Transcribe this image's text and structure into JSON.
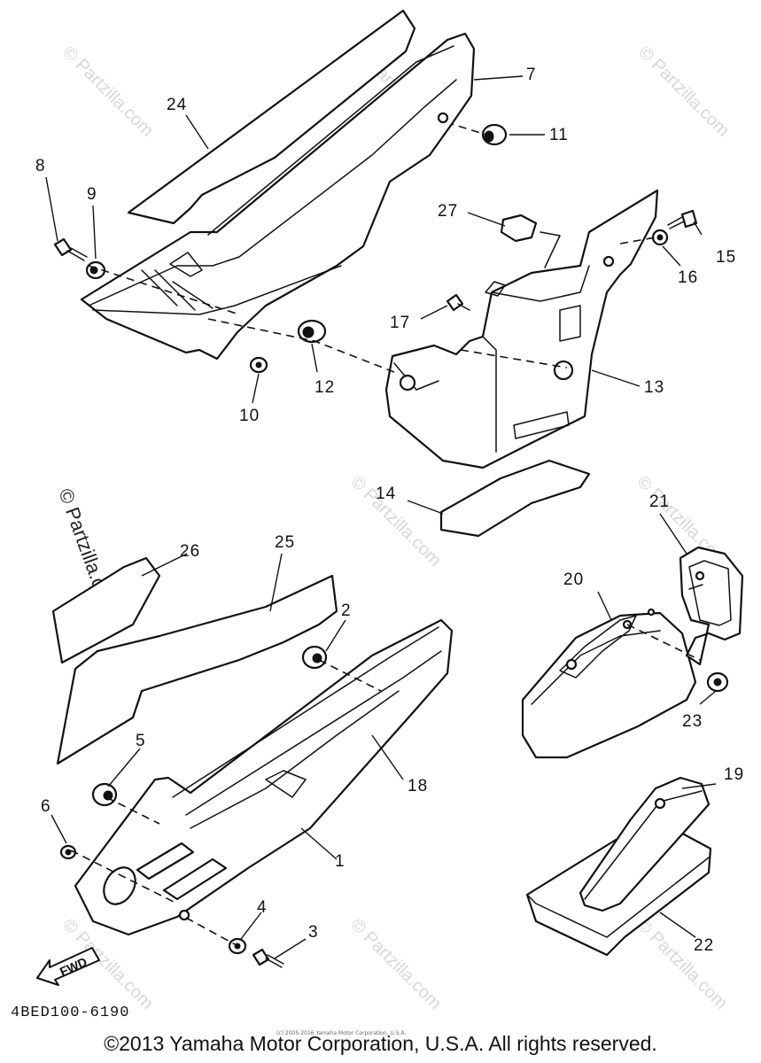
{
  "watermark": "© Partzilla.com",
  "diagram_code": "4BED100-6190",
  "copyright": "©2013 Yamaha Motor Corporation, U.S.A. All rights reserved.",
  "small_copyright": "(c) 2005-2016 Yamaha Motor Corporation, U.S.A.",
  "fwd_label": "FWD",
  "callouts": {
    "p1": "1",
    "p2": "2",
    "p3": "3",
    "p4": "4",
    "p5": "5",
    "p6": "6",
    "p7": "7",
    "p8": "8",
    "p9": "9",
    "p10": "10",
    "p11": "11",
    "p12": "12",
    "p13": "13",
    "p14": "14",
    "p15": "15",
    "p16": "16",
    "p17": "17",
    "p18": "18",
    "p19": "19",
    "p20": "20",
    "p21": "21",
    "p22": "22",
    "p23": "23",
    "p24": "24",
    "p25": "25",
    "p26": "26",
    "p27": "27"
  }
}
